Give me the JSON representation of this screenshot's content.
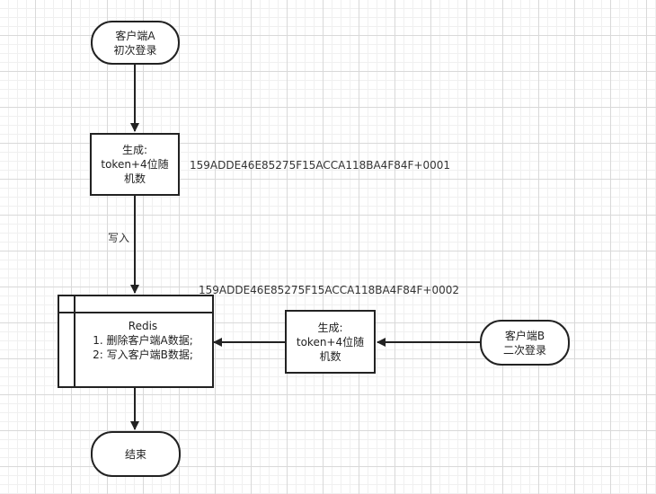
{
  "nodes": {
    "client_a": {
      "line1": "客户端A",
      "line2": "初次登录"
    },
    "gen_a": {
      "line1": "生成:",
      "line2": "token+4位随",
      "line3": "机数"
    },
    "redis": {
      "title": "Redis",
      "step1": "1. 删除客户端A数据;",
      "step2": "2: 写入客户端B数据;"
    },
    "gen_b": {
      "line1": "生成:",
      "line2": "token+4位随",
      "line3": "机数"
    },
    "client_b": {
      "line1": "客户端B",
      "line2": "二次登录"
    },
    "end": {
      "label": "结束"
    }
  },
  "labels": {
    "token_a": "159ADDE46E85275F15ACCA118BA4F84F+0001",
    "token_b": "159ADDE46E85275F15ACCA118BA4F84F+0002",
    "write": "写入"
  },
  "colors": {
    "stroke": "#222222",
    "grid_major": "#d9d9d9",
    "grid_minor": "#f0f0f0",
    "background": "#ffffff"
  }
}
